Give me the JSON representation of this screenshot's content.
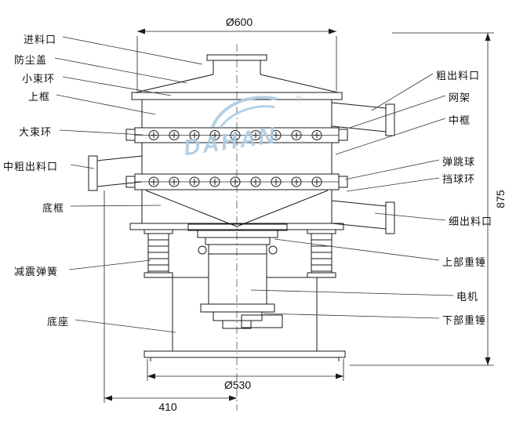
{
  "watermark": {
    "brand": "DAHAN",
    "registered": "®",
    "color": "#aecbe2"
  },
  "line_color": "#1a1a1a",
  "labels_left": [
    {
      "id": "feed-inlet",
      "text": "进料口"
    },
    {
      "id": "dust-cover",
      "text": "防尘盖"
    },
    {
      "id": "small-clamp-ring",
      "text": "小束环"
    },
    {
      "id": "upper-frame",
      "text": "上框"
    },
    {
      "id": "large-clamp-ring",
      "text": "大束环"
    },
    {
      "id": "mid-coarse-outlet",
      "text": "中粗出料口"
    },
    {
      "id": "bottom-frame",
      "text": "底框"
    },
    {
      "id": "damping-spring",
      "text": "减震弹簧"
    },
    {
      "id": "base",
      "text": "底座"
    }
  ],
  "labels_right": [
    {
      "id": "coarse-outlet",
      "text": "粗出料口"
    },
    {
      "id": "mesh-frame",
      "text": "网架"
    },
    {
      "id": "middle-frame",
      "text": "中框"
    },
    {
      "id": "bouncing-ball",
      "text": "弹跳球"
    },
    {
      "id": "ball-stop-ring",
      "text": "挡球环"
    },
    {
      "id": "fine-outlet",
      "text": "细出料口"
    },
    {
      "id": "upper-weight",
      "text": "上部重锤"
    },
    {
      "id": "motor",
      "text": "电机"
    },
    {
      "id": "lower-weight",
      "text": "下部重锤"
    }
  ],
  "dimensions": {
    "top_diameter": "Ø600",
    "total_height": "875",
    "base_diameter": "Ø530",
    "left_offset": "410"
  }
}
